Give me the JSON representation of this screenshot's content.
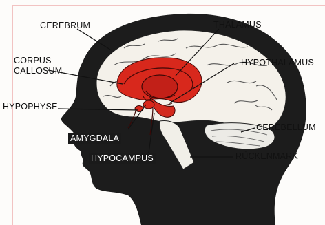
{
  "labels": {
    "cerebrum": "CEREBRUM",
    "thalamus": "THALAMUS",
    "corpus_callosum": [
      "CORPUS",
      "CALLOSUM"
    ],
    "hypothalamus": "HYPOTHALAMUS",
    "hypophyse": "HYPOPHYSE",
    "cerebellum": "CEREBELLUM",
    "amygdala": "AMYGDALA",
    "hypocampus": "HYPOCAMPUS",
    "rueckenmark": "RÜCKENMARK"
  },
  "colors": {
    "head_silhouette": "#1c1c1c",
    "brain_matter": "#f4f1ea",
    "limbic_red": "#d8281c",
    "frame_red": "#e88a8a"
  }
}
